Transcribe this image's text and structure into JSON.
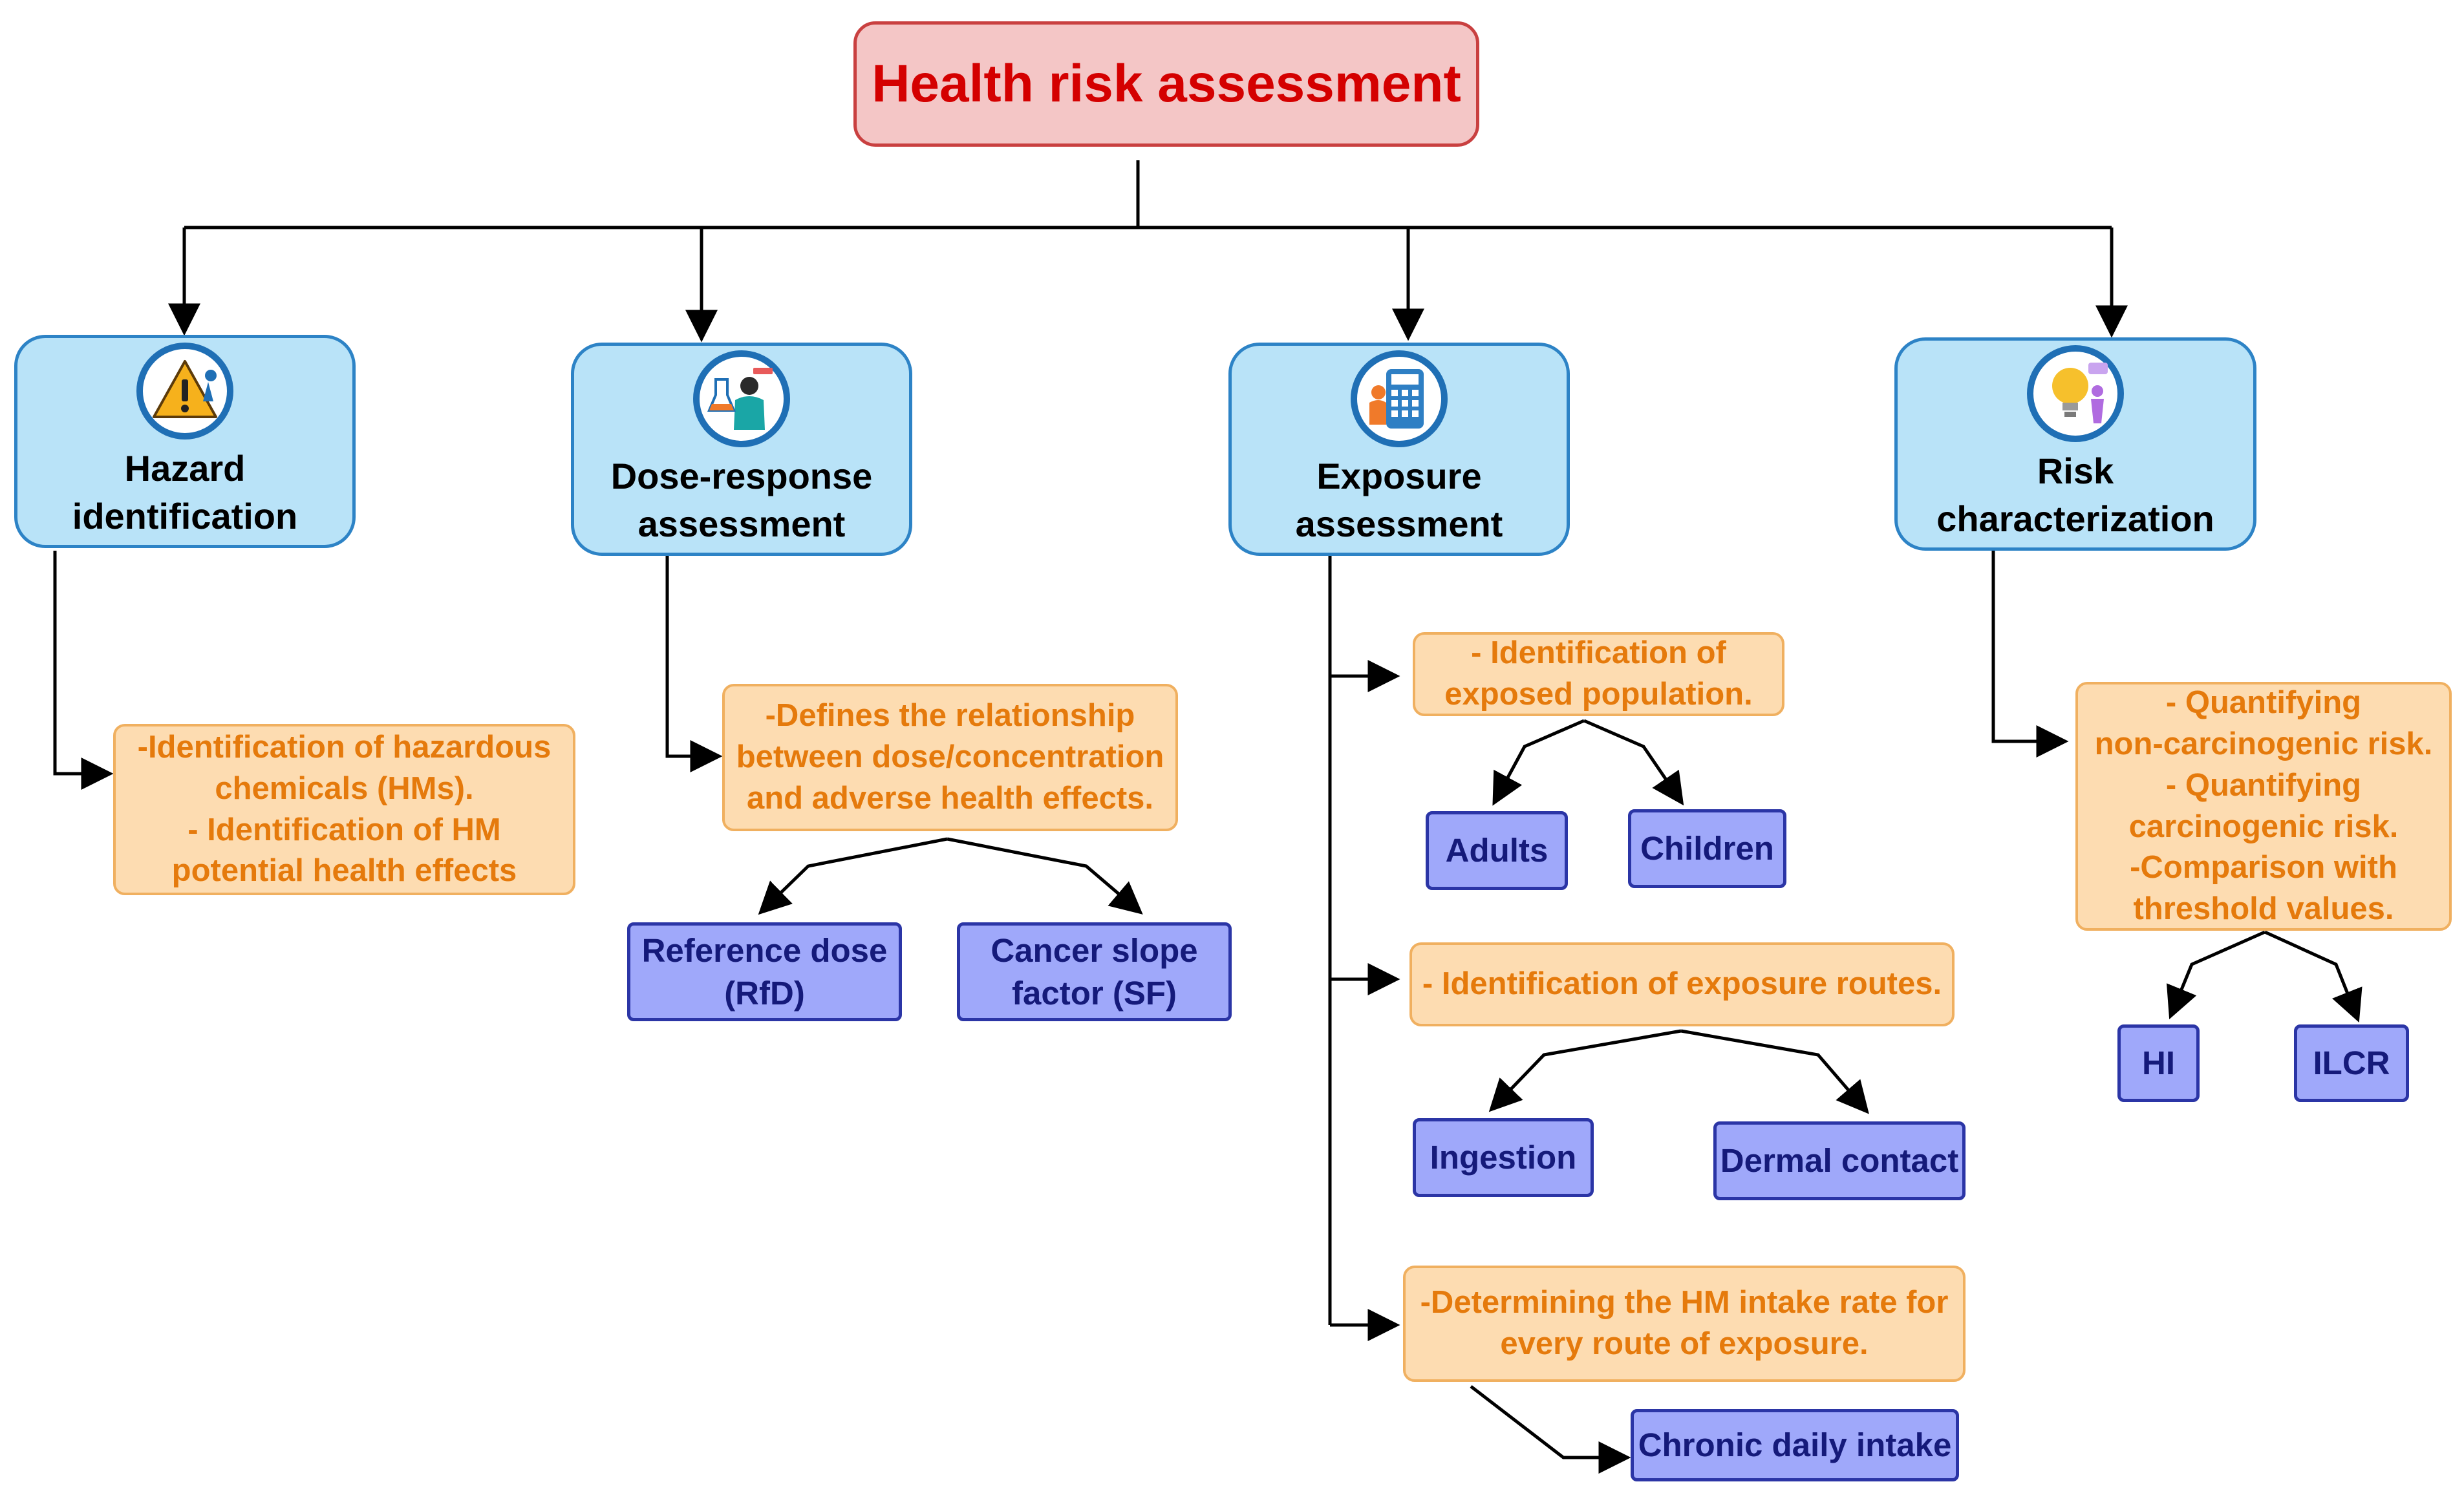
{
  "title": "Health risk assessment",
  "colors": {
    "title_text": "#d40000",
    "title_fill": "#f4c6c6",
    "stage_fill": "#b9e3f8",
    "stage_border": "#2d83c6",
    "note_fill": "#fddcb1",
    "note_text": "#e57a0c",
    "leaf_fill": "#9fa8fa",
    "leaf_text": "#151a7a"
  },
  "stages": [
    {
      "label_lines": [
        "Hazard",
        "identification"
      ],
      "icon": "warning-hazard-icon",
      "notes": [
        {
          "lines": [
            "-Identification of hazardous",
            "chemicals (HMs).",
            "- Identification of HM",
            "potential health effects"
          ],
          "leaves": []
        }
      ]
    },
    {
      "label_lines": [
        "Dose-response",
        "assessment"
      ],
      "icon": "lab-research-icon",
      "notes": [
        {
          "lines": [
            "-Defines the relationship",
            "between dose/concentration",
            "and adverse health effects."
          ],
          "leaves": [
            {
              "lines": [
                "Reference dose",
                "(RfD)"
              ]
            },
            {
              "lines": [
                "Cancer slope",
                "factor (SF)"
              ]
            }
          ]
        }
      ]
    },
    {
      "label_lines": [
        "Exposure",
        "assessment"
      ],
      "icon": "calculator-icon",
      "notes": [
        {
          "lines": [
            "- Identification of",
            "exposed population."
          ],
          "leaves": [
            {
              "lines": [
                "Adults"
              ]
            },
            {
              "lines": [
                "Children"
              ]
            }
          ]
        },
        {
          "lines": [
            "- Identification of exposure routes."
          ],
          "leaves": [
            {
              "lines": [
                "Ingestion"
              ]
            },
            {
              "lines": [
                "Dermal contact"
              ]
            }
          ]
        },
        {
          "lines": [
            "-Determining the HM intake rate for",
            "every route of exposure."
          ],
          "leaves": [
            {
              "lines": [
                "Chronic daily intake"
              ]
            }
          ]
        }
      ]
    },
    {
      "label_lines": [
        "Risk",
        "characterization"
      ],
      "icon": "lightbulb-idea-icon",
      "notes": [
        {
          "lines": [
            "- Quantifying",
            "non-carcinogenic risk.",
            "- Quantifying",
            "carcinogenic risk.",
            "-Comparison with",
            "threshold values."
          ],
          "leaves": [
            {
              "lines": [
                "HI"
              ]
            },
            {
              "lines": [
                "ILCR"
              ]
            }
          ]
        }
      ]
    }
  ]
}
